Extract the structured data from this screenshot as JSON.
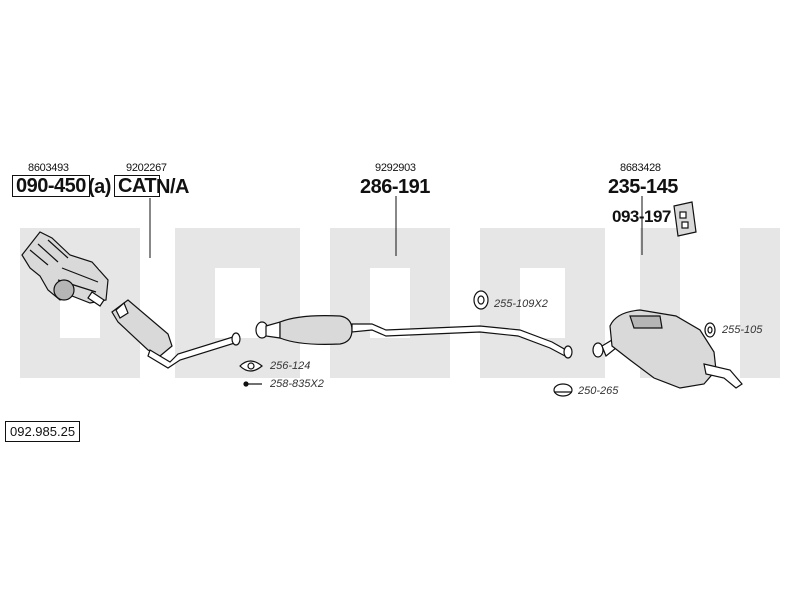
{
  "colors": {
    "line": "#111111",
    "watermark": "#e6e6e6",
    "part_fill": "#d9d9d9",
    "part_shade": "#b5b5b5"
  },
  "labels": {
    "manifold_oe": "8603493",
    "manifold_part": "090-450",
    "manifold_suffix": "(a)",
    "cat_box": "CAT",
    "cat_na": "N/A",
    "cat_oe": "9202267",
    "mid_oe": "9292903",
    "mid_part": "286-191",
    "rear_oe": "8683428",
    "rear_part": "235-145",
    "mount_part": "093-197"
  },
  "accessories": {
    "gasket_mid": "256-124",
    "clamp_mid": "258-835X2",
    "hanger_mid": "255-109X2",
    "hanger_rear": "255-105",
    "clamp_rear": "250-265"
  },
  "reference": "092.985.25"
}
